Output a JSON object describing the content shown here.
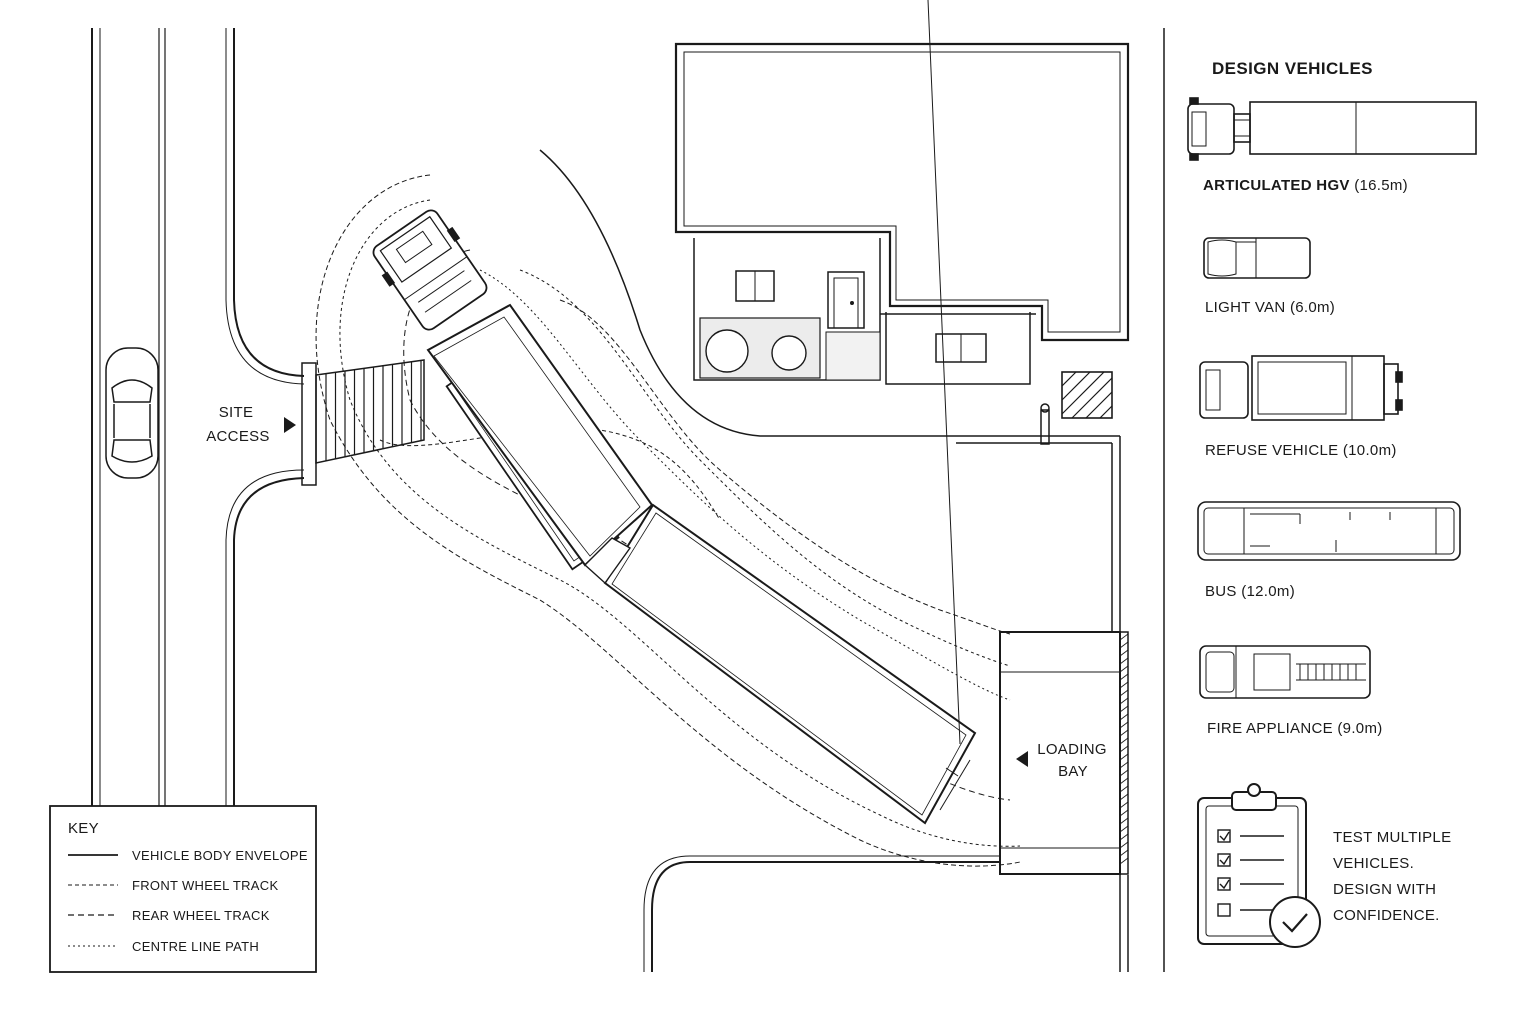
{
  "labels": {
    "site_access_line1": "SITE",
    "site_access_line2": "ACCESS",
    "loading_bay_line1": "LOADING",
    "loading_bay_line2": "BAY"
  },
  "key": {
    "title": "KEY",
    "items": [
      {
        "label": "VEHICLE BODY ENVELOPE",
        "style": "solid"
      },
      {
        "label": "FRONT WHEEL TRACK",
        "style": "dashed-fine"
      },
      {
        "label": "REAR WHEEL TRACK",
        "style": "dashed"
      },
      {
        "label": "CENTRE LINE PATH",
        "style": "dotted"
      }
    ]
  },
  "design_vehicles": {
    "title": "DESIGN VEHICLES",
    "vehicles": [
      {
        "name": "ARTICULATED HGV",
        "length": "(16.5m)",
        "icon": "articulated-hgv-icon"
      },
      {
        "name": "LIGHT VAN",
        "length": "(6.0m)",
        "icon": "light-van-icon"
      },
      {
        "name": "REFUSE VEHICLE",
        "length": "(10.0m)",
        "icon": "refuse-vehicle-icon"
      },
      {
        "name": "BUS",
        "length": "(12.0m)",
        "icon": "bus-icon"
      },
      {
        "name": "FIRE APPLIANCE",
        "length": "(9.0m)",
        "icon": "fire-appliance-icon"
      }
    ]
  },
  "callout": {
    "lines": [
      "TEST MULTIPLE",
      "VEHICLES.",
      "DESIGN WITH",
      "CONFIDENCE."
    ],
    "icon": "clipboard-checklist-icon"
  }
}
